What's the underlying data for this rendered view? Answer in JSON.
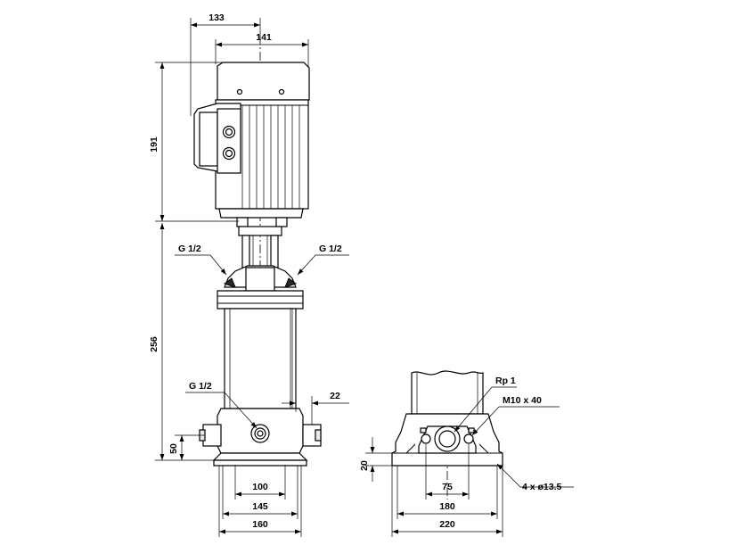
{
  "front_view": {
    "dimensions": {
      "motor_offset": "133",
      "motor_width": "141",
      "motor_height": "191",
      "pump_height": "256",
      "inlet_height": "50",
      "bolt_spacing": "100",
      "base_mid_width": "145",
      "base_width": "160",
      "port_offset": "22"
    },
    "labels": {
      "vent_left": "G 1/2",
      "vent_right": "G 1/2",
      "drain": "G 1/2"
    }
  },
  "side_view": {
    "dimensions": {
      "base_height": "20",
      "port_spacing": "75",
      "hole_spacing": "180",
      "base_width": "220"
    },
    "labels": {
      "connection": "Rp 1",
      "bolt": "M10 x 40",
      "holes": "4 x ø13.5"
    }
  }
}
